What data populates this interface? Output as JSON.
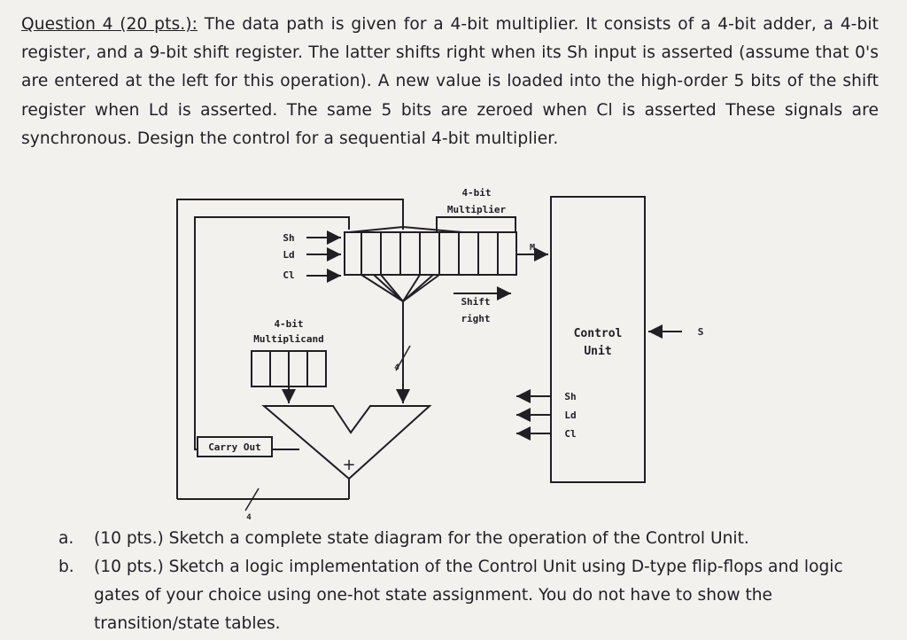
{
  "question": {
    "heading": "Question 4 (20 pts.):",
    "text": " The data path is given for a 4-bit multiplier. It consists of a 4-bit adder, a 4-bit register, and a 9-bit shift register. The latter shifts right when its Sh input is asserted (assume that 0's are entered at the left for this operation). A new value is loaded into the high-order 5 bits of the shift register when Ld is asserted. The same 5 bits are zeroed when Cl is asserted These signals are synchronous. Design the control for a sequential 4-bit multiplier."
  },
  "diagram": {
    "multiplier_label_1": "4-bit",
    "multiplier_label_2": "Multiplier",
    "sh": "Sh",
    "ld": "Ld",
    "cl": "Cl",
    "m": "M",
    "shift_label_1": "Shift",
    "shift_label_2": "right",
    "multiplicand_label_1": "4-bit",
    "multiplicand_label_2": "Multiplicand",
    "bus_width_right": "4",
    "bus_width_bottom": "4",
    "carry_out": "Carry Out",
    "adder_symbol": "+",
    "control_unit_1": "Control",
    "control_unit_2": "Unit",
    "s_input": "S",
    "ctrl_sh": "Sh",
    "ctrl_ld": "Ld",
    "ctrl_cl": "Cl"
  },
  "parts": [
    {
      "marker": "a.",
      "text": "(10 pts.) Sketch a complete state diagram for the operation of the Control Unit."
    },
    {
      "marker": "b.",
      "text": "(10 pts.) Sketch a logic implementation of the Control Unit using D-type flip-flops and logic gates of your choice using one-hot state assignment. You do not have to show the transition/state tables."
    }
  ]
}
